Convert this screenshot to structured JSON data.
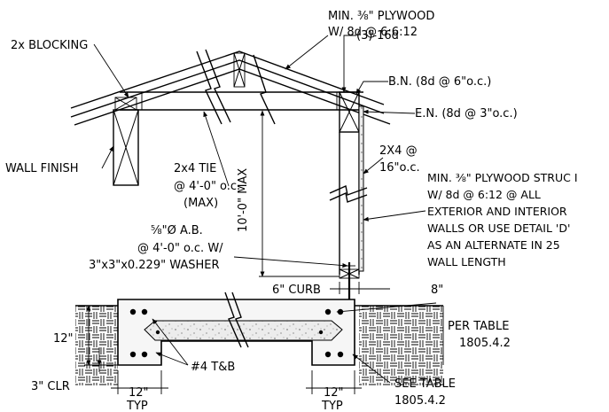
{
  "labels": {
    "plywood_roof_1": "MIN. ⅜\" PLYWOOD",
    "plywood_roof_2": "W/ 8d @ 6:6:12",
    "blocking": "2x BLOCKING",
    "nails_16d": "(3)-16d",
    "bn": "B.N. (8d @ 6\"o.c.)",
    "en": "E.N. (8d @ 3\"o.c.)",
    "wall_finish": "WALL FINISH",
    "tie_1": "2x4 TIE",
    "tie_2": "@ 4'-0\" o.c.",
    "tie_3": "(MAX)",
    "height": "10'-0\" MAX",
    "stud_1": "2X4 @",
    "stud_2": "16\"o.c.",
    "wall_ply_1": "MIN. ⅜\" PLYWOOD STRUC I",
    "wall_ply_2": "W/ 8d @ 6:12 @ ALL",
    "wall_ply_3": "EXTERIOR AND INTERIOR",
    "wall_ply_4": "WALLS OR USE DETAIL 'D'",
    "wall_ply_5": "AS AN ALTERNATE IN 25",
    "wall_ply_6": "WALL LENGTH",
    "ab_1": "⅝\"Ø A.B.",
    "ab_2": "@ 4'-0\" o.c. W/",
    "ab_3": "3\"x3\"x0.229\" WASHER",
    "curb": "6\" CURB",
    "eight": "8\"",
    "per_table_1": "PER TABLE",
    "per_table_2": "1805.4.2",
    "twelve_left": "12\"",
    "rebar": "#4 T&B",
    "clr": "3\" CLR",
    "bottom_left_12": "12\"",
    "bottom_left_typ": "TYP",
    "bottom_right_12": "12\"",
    "bottom_right_typ": "TYP",
    "see_table_1": "SEE TABLE",
    "see_table_2": "1805.4.2"
  }
}
